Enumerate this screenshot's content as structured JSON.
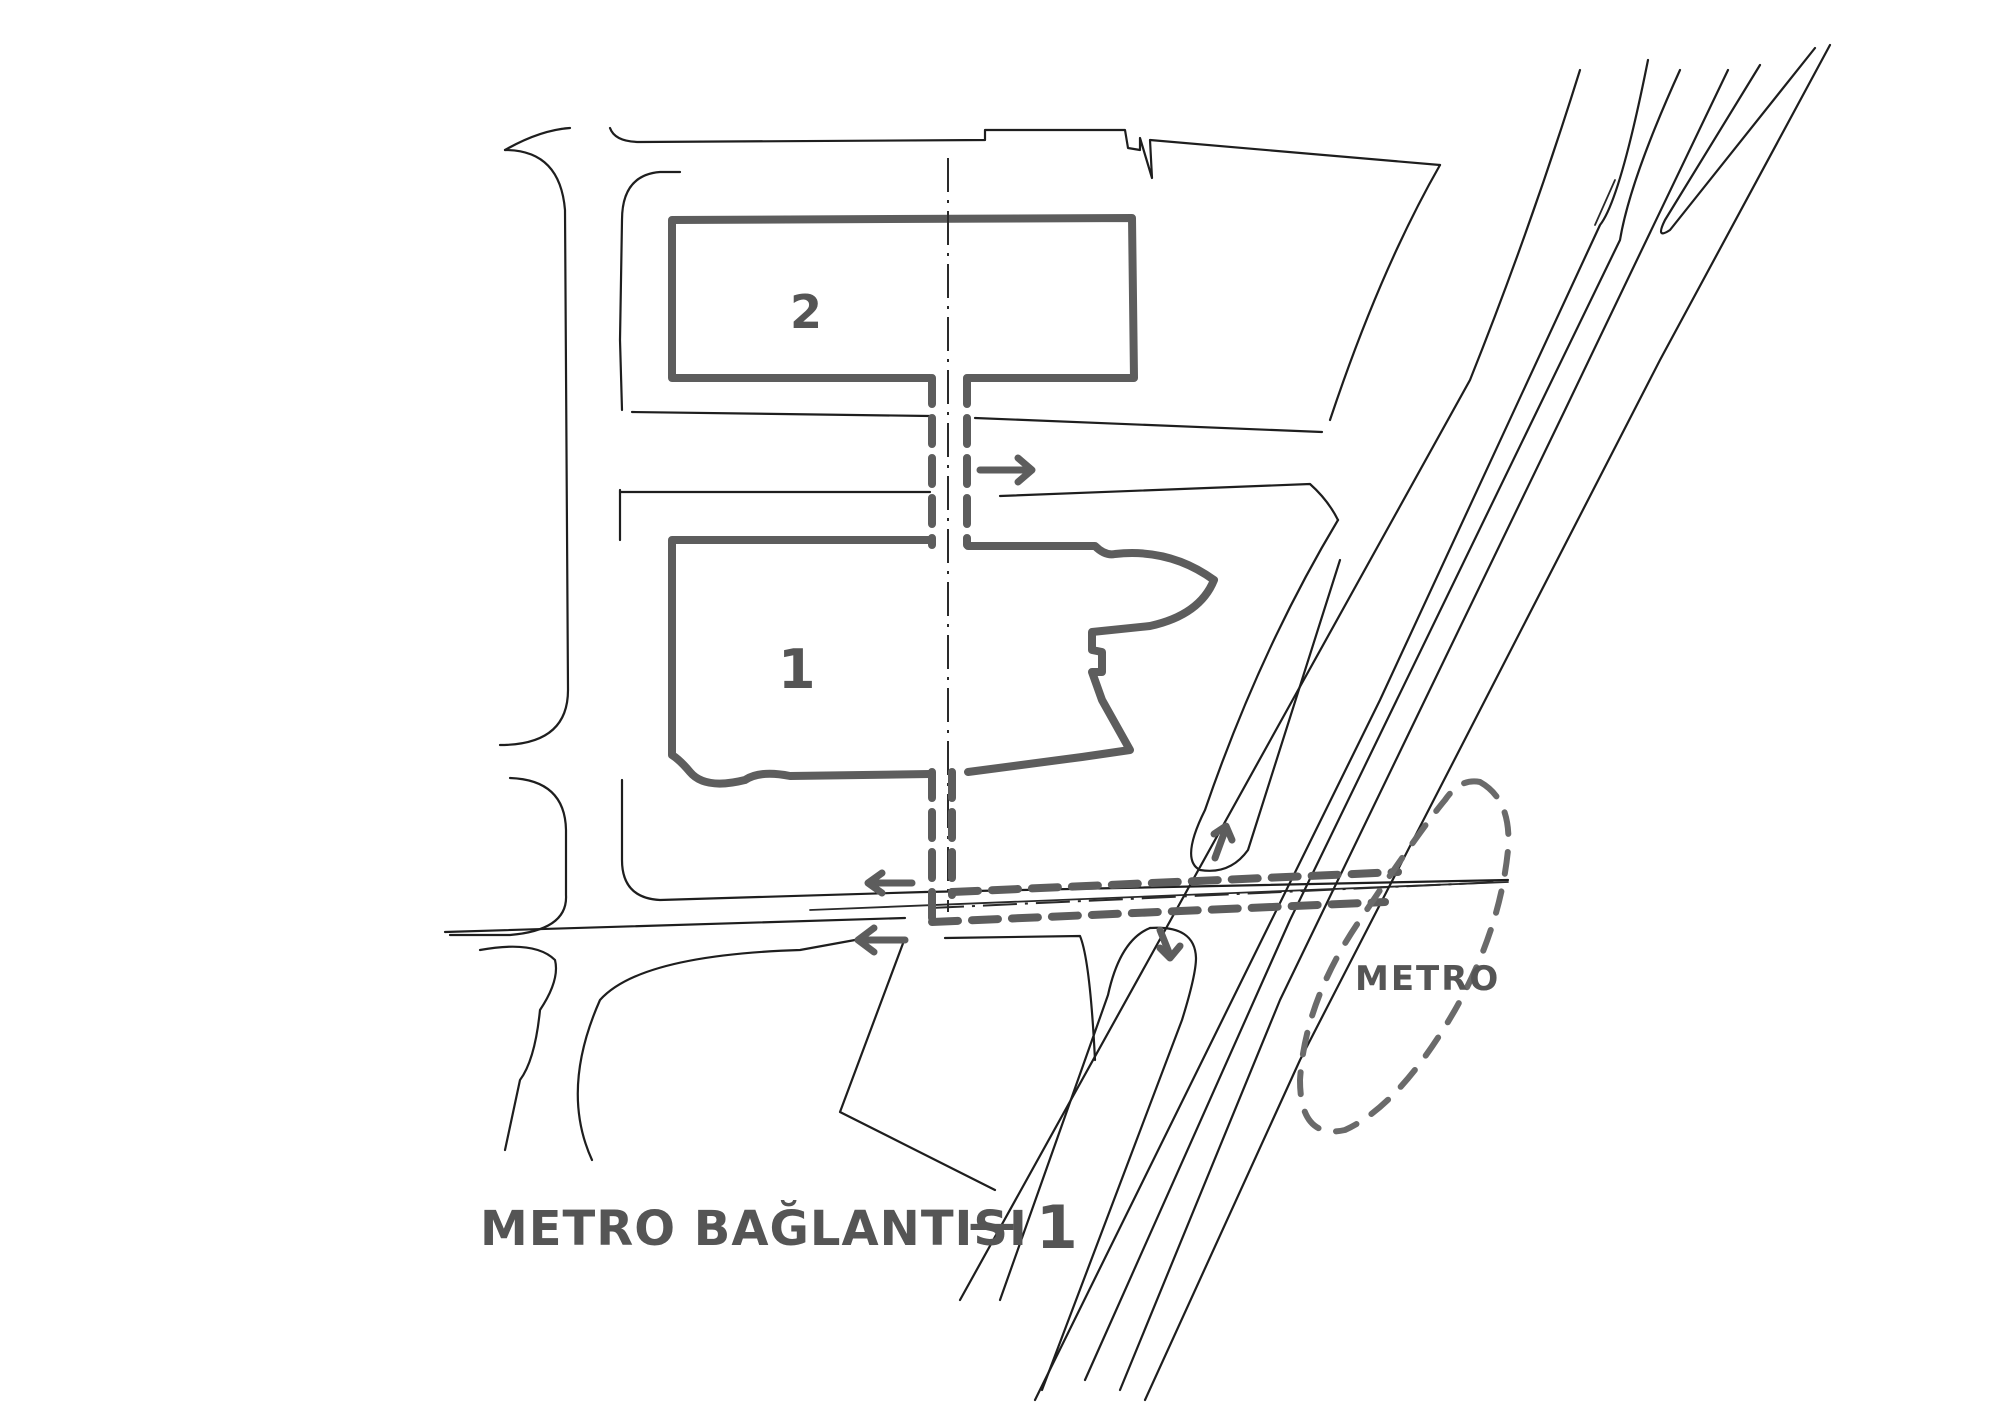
{
  "diagram": {
    "building_labels": {
      "building_2": "2",
      "building_1": "1"
    },
    "metro_label": "METRO",
    "caption": {
      "text": "METRO BAĞLANTISI",
      "dash": "—",
      "number": "1"
    },
    "colors": {
      "ink_bold": "#5d5d5d",
      "ink_thin": "#1e1e1e",
      "paper": "#ffffff"
    }
  }
}
